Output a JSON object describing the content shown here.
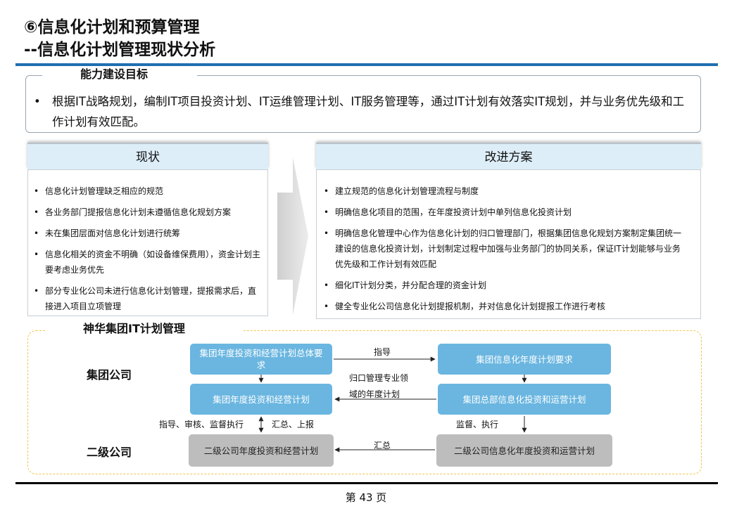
{
  "title": {
    "line1": "⑥信息化计划和预算管理",
    "line2": "--信息化计划管理现状分析"
  },
  "goal": {
    "heading": "能力建设目标",
    "bullet": "•",
    "text": "根据IT战略规划，编制IT项目投资计划、IT运维管理计划、IT服务管理等，通过IT计划有效落实IT规划，并与业务优先级和工作计划有效匹配。"
  },
  "current": {
    "heading": "现状",
    "items": [
      "信息化计划管理缺乏相应的规范",
      "各业务部门提报信息化计划未遵循信息化规划方案",
      "未在集团层面对信息化计划进行统筹",
      "信息化相关的资金不明确（如设备维保费用），资金计划主要考虑业务优先",
      "部分专业化公司未进行信息化计划管理，提报需求后，直接进入项目立项管理"
    ]
  },
  "improve": {
    "heading": "改进方案",
    "items": [
      "建立规范的信息化计划管理流程与制度",
      "明确信息化项目的范围，在年度投资计划中单列信息化投资计划",
      "明确信息化管理中心作为信息化计划的归口管理部门，根据集团信息化规划方案制定集团统一建设的信息化投资计划，计划制定过程中加强与业务部门的协同关系，保证IT计划能够与业务优先级和工作计划有效匹配",
      "细化IT计划分类，并分配合理的资金计划",
      "健全专业化公司信息化计划提报机制，并对信息化计划提报工作进行考核"
    ]
  },
  "org": {
    "heading": "神华集团IT计划管理",
    "row_group": "集团公司",
    "row_sub": "二级公司",
    "nodes": {
      "group_annual_req": "集团年度投资和经营计划总体要求",
      "group_it_req": "集团信息化年度计划要求",
      "group_annual_plan": "集团年度投资和经营计划",
      "hq_it_plan": "集团总部信息化投资和运营计划",
      "sub_annual_plan": "二级公司年度投资和经营计划",
      "sub_it_plan": "二级公司信息化年度投资和运营计划"
    },
    "labels": {
      "guide": "指导",
      "central_line1": "归口管理专业领",
      "central_line2": "域的年度计划",
      "guide_review": "指导、审核、监督执行",
      "summary_report": "汇总、上报",
      "supervise": "监督、执行",
      "summary": "汇总"
    }
  },
  "footer": {
    "page": "第 43 页"
  },
  "colors": {
    "accent_blue": "#1f6fb0",
    "node_blue": "#6ab6e0",
    "node_gray": "#bdbdbd",
    "panel_head": "#ddeef8",
    "dashed_border": "#f0c64a"
  }
}
